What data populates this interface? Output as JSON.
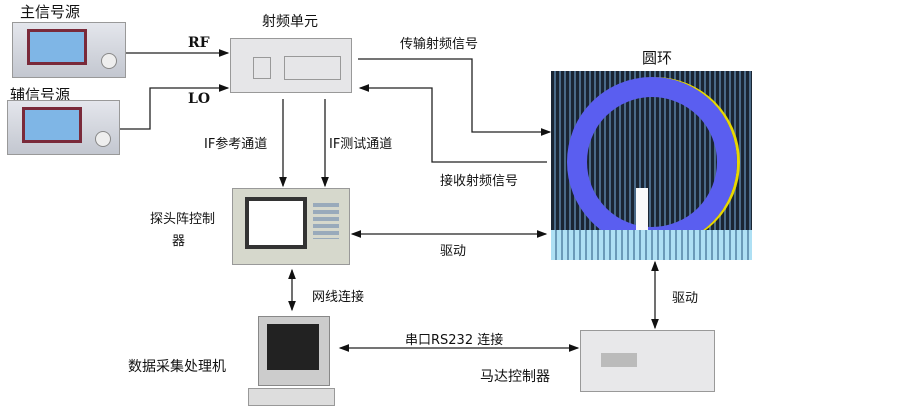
{
  "labels": {
    "main_source": "主信号源",
    "aux_source": "辅信号源",
    "rf": "RF",
    "lo": "LO",
    "rf_unit": "射频单元",
    "tx_signal": "传输射频信号",
    "rx_signal": "接收射频信号",
    "ring": "圆环",
    "if_ref": "IF参考通道",
    "if_test": "IF测试通道",
    "probe_ctrl_1": "探头阵控制",
    "probe_ctrl_2": "器",
    "drive_1": "驱动",
    "drive_2": "驱动",
    "network": "网线连接",
    "serial": "串口RS232 连接",
    "computer": "数据采集处理机",
    "motor_ctrl": "马达控制器"
  },
  "colors": {
    "ring": "#5a5ef0",
    "ring_edge": "#e8d800",
    "chamber": "#1a2533",
    "floor": "#aee0f4"
  }
}
